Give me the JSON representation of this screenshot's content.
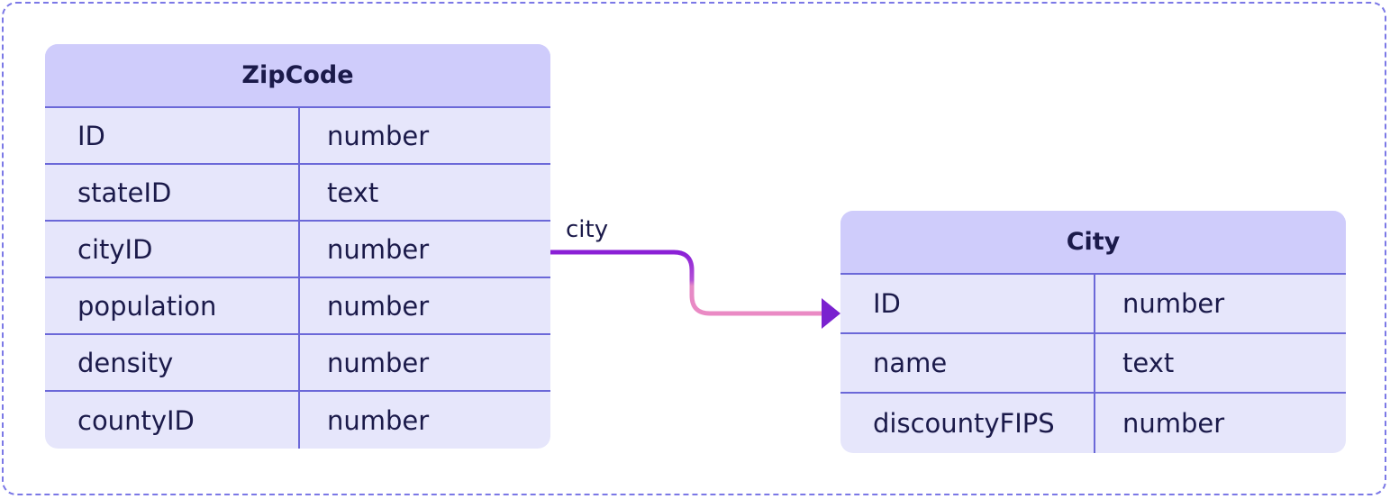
{
  "entities": [
    {
      "name": "ZipCode",
      "fields": [
        {
          "name": "ID",
          "type": "number"
        },
        {
          "name": "stateID",
          "type": "text"
        },
        {
          "name": "cityID",
          "type": "number"
        },
        {
          "name": "population",
          "type": "number"
        },
        {
          "name": "density",
          "type": "number"
        },
        {
          "name": "countyID",
          "type": "number"
        }
      ]
    },
    {
      "name": "City",
      "fields": [
        {
          "name": "ID",
          "type": "number"
        },
        {
          "name": "name",
          "type": "text"
        },
        {
          "name": "discountyFIPS",
          "type": "number"
        }
      ]
    }
  ],
  "relationship": {
    "label": "city"
  },
  "colors": {
    "frame_border": "#7b78e6",
    "header_fill": "#cfccfb",
    "body_fill": "#e6e6fb",
    "grid_line": "#6b68d8",
    "connector_start": "#8a1fd6",
    "connector_end": "#ea8ac4",
    "arrow_head": "#7a22cf"
  }
}
